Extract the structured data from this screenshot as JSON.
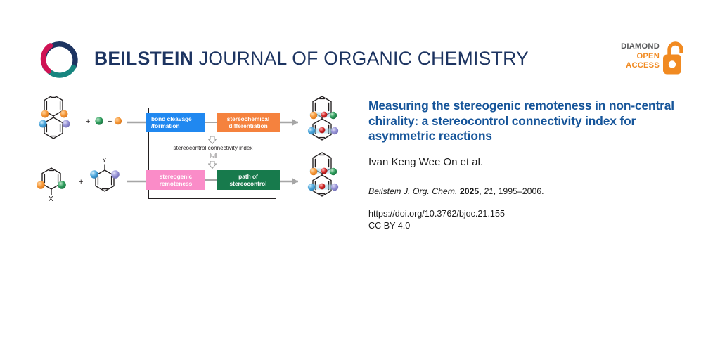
{
  "header": {
    "logo_name": "beilstein-circular-swirl-logo",
    "logo_colors": {
      "navy": "#1d3461",
      "crimson": "#d01354",
      "teal": "#17857f"
    },
    "journal_name_bold": "BEILSTEIN",
    "journal_name_rest": " JOURNAL OF ORGANIC CHEMISTRY",
    "journal_title_color": "#1d3461"
  },
  "open_access_badge": {
    "line1": "DIAMOND",
    "line2": "OPEN",
    "line3": "ACCESS",
    "icon_name": "open-padlock-icon",
    "accent_color": "#f18a21",
    "diamond_color": "#58595b"
  },
  "graphical_abstract": {
    "scheme": {
      "index_label": "stereocontrol connectivity index",
      "index_subscript": "[i,j]",
      "cells": [
        {
          "id": "bond-cleavage",
          "line1": "bond cleavage",
          "line2": "/formation",
          "color": "#2088f0"
        },
        {
          "id": "stereochemical-differentiation",
          "line1": "stereochemical",
          "line2": "differentiation",
          "color": "#f5823e"
        },
        {
          "id": "stereogenic-remoteness",
          "line1": "stereogenic",
          "line2": "remoteness",
          "color": "#fa8cc8"
        },
        {
          "id": "path-of-stereocontrol",
          "line1": "path of",
          "line2": "stereocontrol",
          "color": "#177a4c"
        }
      ]
    },
    "reactants": {
      "top_row_label": "biaryl-atropisomer-reactant",
      "bottom_substituent_x": "X",
      "bottom_substituent_y": "Y",
      "plus_sign": "+",
      "minus_sign": "−"
    },
    "marker_colors": {
      "orange": "#f79838",
      "green": "#2f9e5e",
      "blue": "#4ea8dd",
      "purple": "#9a96d8",
      "red": "#d42a2a",
      "highlight": "#9fd9f0"
    }
  },
  "article": {
    "title": "Measuring the stereogenic remoteness in non-central chirality: a stereocontrol connectivity index for asymmetric reactions",
    "title_color": "#16559a",
    "authors": "Ivan Keng Wee On et al.",
    "citation": {
      "journal": "Beilstein J. Org. Chem.",
      "year": "2025",
      "volume": "21",
      "pages": "1995–2006",
      "separator_after_journal": " ",
      "comma": ", ",
      "terminator": "."
    },
    "doi": "https://doi.org/10.3762/bjoc.21.155",
    "license": "CC BY 4.0"
  }
}
